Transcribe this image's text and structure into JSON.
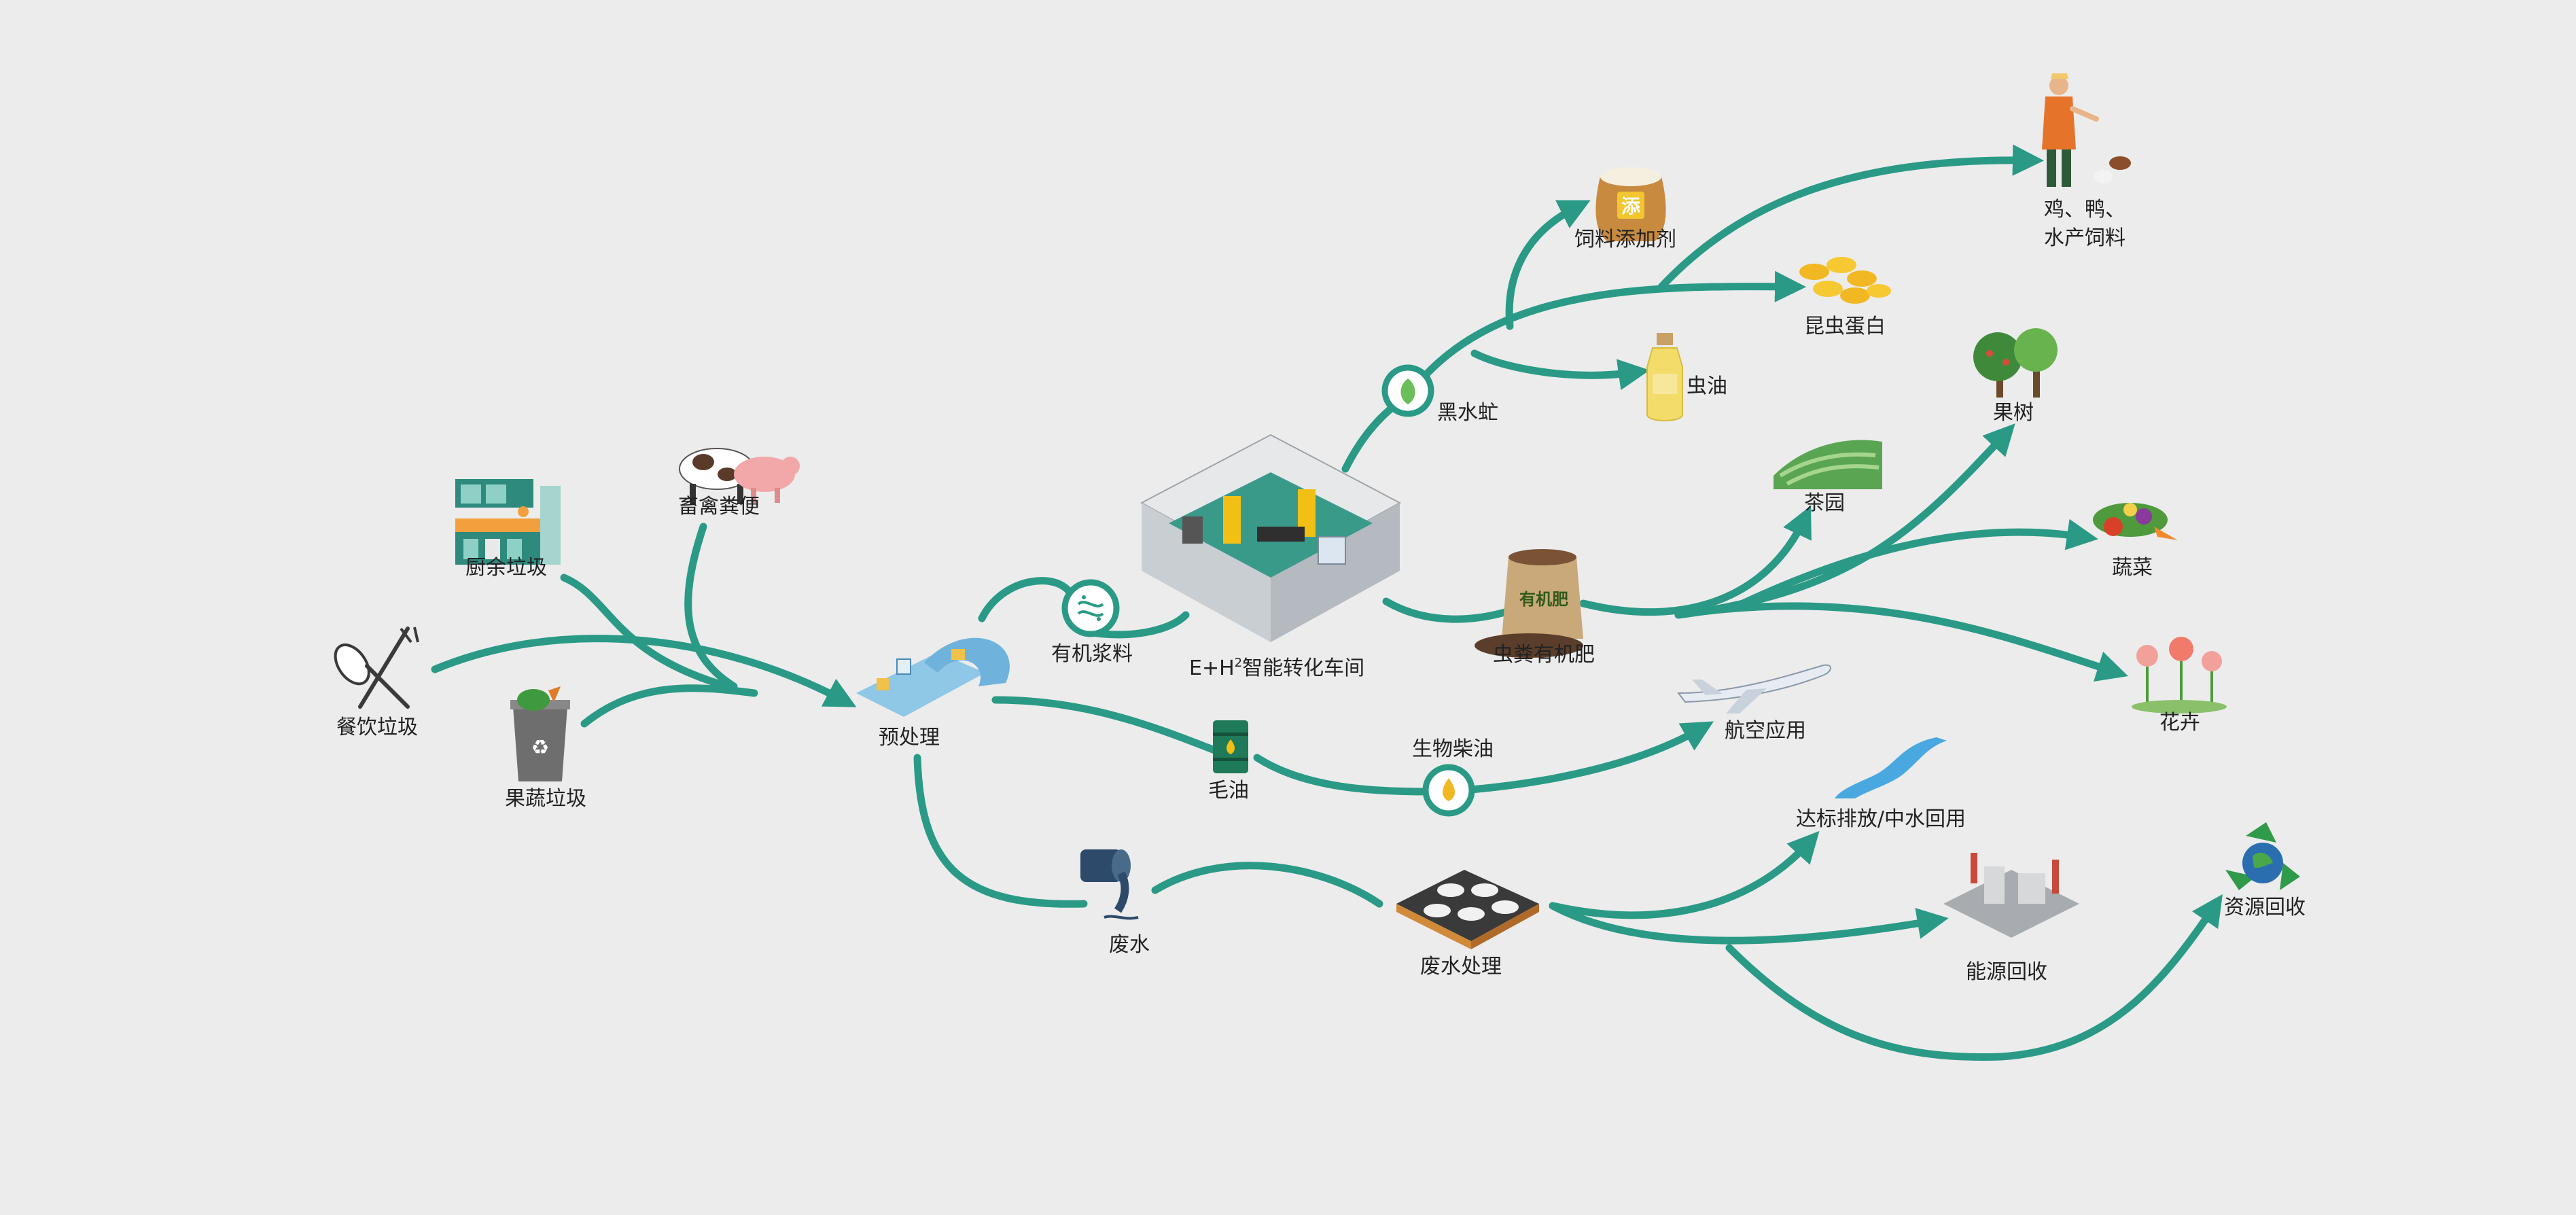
{
  "colors": {
    "flow": "#2a9a86",
    "background": "#ececec",
    "label": "#222222"
  },
  "labels": {
    "catering_waste": "餐饮垃圾",
    "kitchen_waste": "厨余垃圾",
    "livestock_manure": "畜禽粪便",
    "fruit_veg_waste": "果蔬垃圾",
    "pretreatment": "预处理",
    "organic_slurry": "有机浆料",
    "workshop_prefix": "E+H",
    "workshop_sup": "2",
    "workshop_suffix": "智能转化车间",
    "black_soldier_fly": "黑水虻",
    "feed_additive": "饲料添加剂",
    "poultry_feed_line1": "鸡、鸭、",
    "poultry_feed_line2": "水产饲料",
    "insect_protein": "昆虫蛋白",
    "insect_oil": "虫油",
    "fruit_trees": "果树",
    "tea_garden": "茶园",
    "vegetables": "蔬菜",
    "flowers": "花卉",
    "frass_fertilizer": "虫粪有机肥",
    "fertilizer_bag": "有机肥",
    "crude_oil": "毛油",
    "biodiesel": "生物柴油",
    "aviation": "航空应用",
    "discharge_reuse": "达标排放/中水回用",
    "wastewater": "废水",
    "wastewater_treatment": "废水处理",
    "energy_recovery": "能源回收",
    "resource_recycling": "资源回收",
    "additive_mark": "添"
  }
}
